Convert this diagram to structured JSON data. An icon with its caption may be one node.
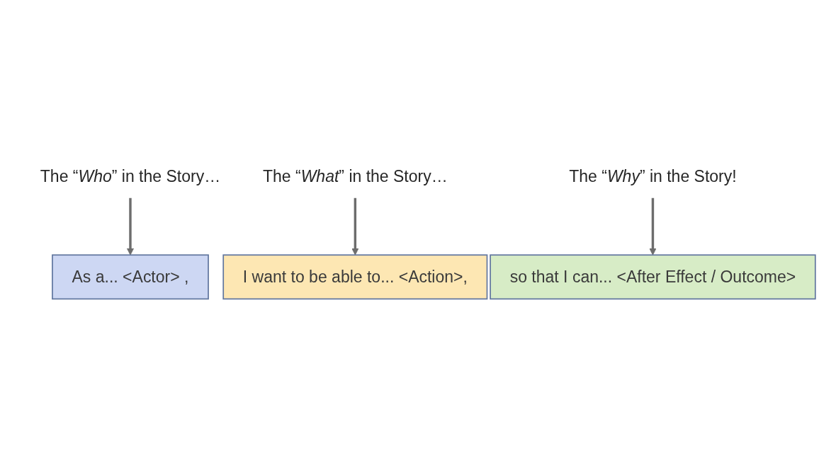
{
  "diagram": {
    "nodes": [
      {
        "text": [
          "The “*Who*” in the Story…"
        ]
      },
      {
        "text": [
          "The “*Why*” in the Story!"
        ]
      },
      {
        "text": [
          "As a... <Actor> ,"
        ]
      },
      {
        "text": [
          "I want to be able to... <Action>,"
        ]
      },
      {
        "text": [
          "so that I can... <After Effect / Outcome>"
        ]
      },
      {
        "text": [
          "The “*What*” in the Story…"
        ]
      }
    ],
    "edges": [
      {
        "from": 0,
        "to": 2,
        "arrow": "to"
      },
      {
        "from": 1,
        "to": 4,
        "arrow": "to"
      },
      {
        "from": 5,
        "to": 3,
        "arrow": "to"
      }
    ]
  }
}
